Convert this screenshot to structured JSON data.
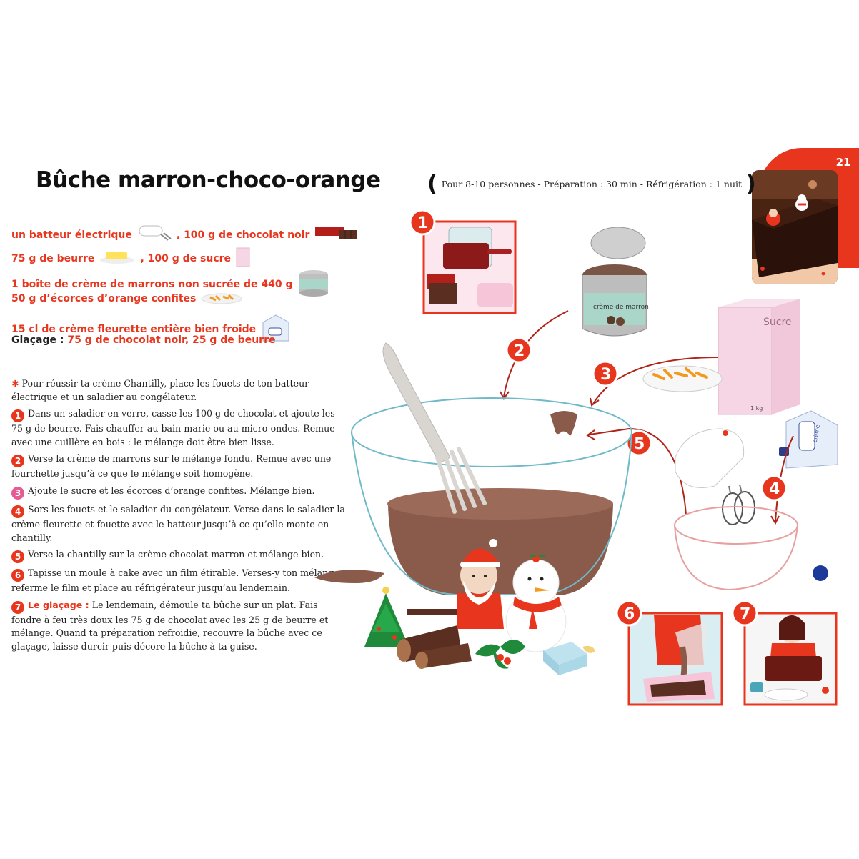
{
  "page": {
    "number": "21"
  },
  "recipe": {
    "title": "Bûche marron-choco-orange",
    "meta": "Pour 8-10 personnes - Préparation : 30 min - Réfrigération : 1 nuit"
  },
  "ingredients": {
    "line1_a": "un batteur électrique",
    "line1_b": ", 100 g de chocolat noir",
    "line2_a": "75 g de beurre",
    "line2_b": ", 100 g de sucre",
    "line3": "1 boîte de crème de marrons non sucrée de 440 g",
    "line4": "50 g d’écorces d’orange confites",
    "line5": "15 cl de crème fleurette entière bien froide",
    "glaze_label": "Glaçage :",
    "glaze_value": " 75 g de chocolat noir, 25 g de beurre"
  },
  "steps": {
    "tip": "Pour réussir ta crème Chantilly, place les fouets de ton batteur électrique et un saladier au congélateur.",
    "s1_num": "1",
    "s1": "Dans un saladier en verre, casse les 100 g de chocolat et ajoute les 75 g de beurre. Fais chauffer au bain-marie ou au micro-ondes. Remue avec une cuillère en bois : le mélange doit être bien lisse.",
    "s2_num": "2",
    "s2": "Verse la crème de marrons sur le mélange fondu. Remue avec une fourchette jusqu’à ce que le mélange soit homogène.",
    "s3_num": "3",
    "s3": "Ajoute le sucre et les écorces d’orange confites. Mélange bien.",
    "s4_num": "4",
    "s4": "Sors les fouets et le saladier du congélateur. Verse dans le saladier la crème fleurette et fouette avec le batteur jusqu’à ce qu’elle monte en chantilly.",
    "s5_num": "5",
    "s5": "Verse la chantilly sur la crème chocolat-marron et mélange bien.",
    "s6_num": "6",
    "s6": "Tapisse un moule à cake avec un film étirable. Verses-y ton mélange, referme le film et place au réfrigérateur jusqu’au lendemain.",
    "s7_num": "7",
    "s7_lead": "Le glaçage :",
    "s7": " Le lendemain, démoule ta bûche sur un plat. Fais fondre à feu très doux les 75 g de chocolat avec les 25 g de beurre et mélange. Quand ta préparation refroidie, recouvre la bûche avec ce glaçage, laisse durcir puis décore la bûche à ta guise."
  },
  "illustration": {
    "numbers": [
      "1",
      "2",
      "3",
      "4",
      "5",
      "6",
      "7"
    ],
    "can_label": "crème de marron",
    "sugar_label": "Sucre",
    "sugar_weight": "1 kg",
    "cream_label": "crème",
    "colors": {
      "accent": "#e8361e",
      "chocolate": "#8a5a4a",
      "pink": "#f6d6e4"
    }
  }
}
